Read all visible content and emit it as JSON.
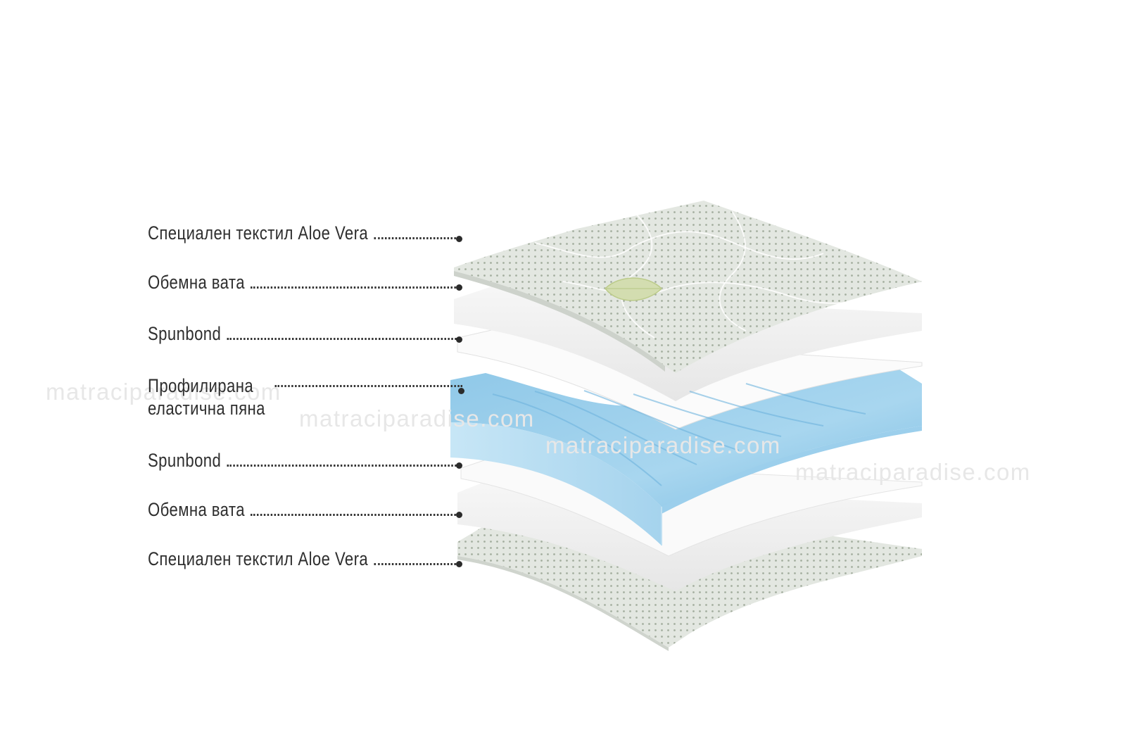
{
  "layers": [
    {
      "label": "Специален текстил Aloe Vera"
    },
    {
      "label": "Обемна вата"
    },
    {
      "label": "Spunbond"
    },
    {
      "label": "Профилирана\nеластична пяна"
    },
    {
      "label": "Spunbond"
    },
    {
      "label": "Обемна вата"
    },
    {
      "label": "Специален текстил Aloe Vera"
    }
  ],
  "watermark": {
    "text": "matraciparadise.com"
  },
  "colors": {
    "textile": "#e2e6e0",
    "textile_dots": "#9aa69a",
    "wadding": "#f1f1f1",
    "spunbond": "#f8f8f8",
    "foam": "#a9d6ee",
    "foam_dark": "#7fbfe3",
    "leaf": "#c9d5a2",
    "text": "#2e2e2e"
  }
}
